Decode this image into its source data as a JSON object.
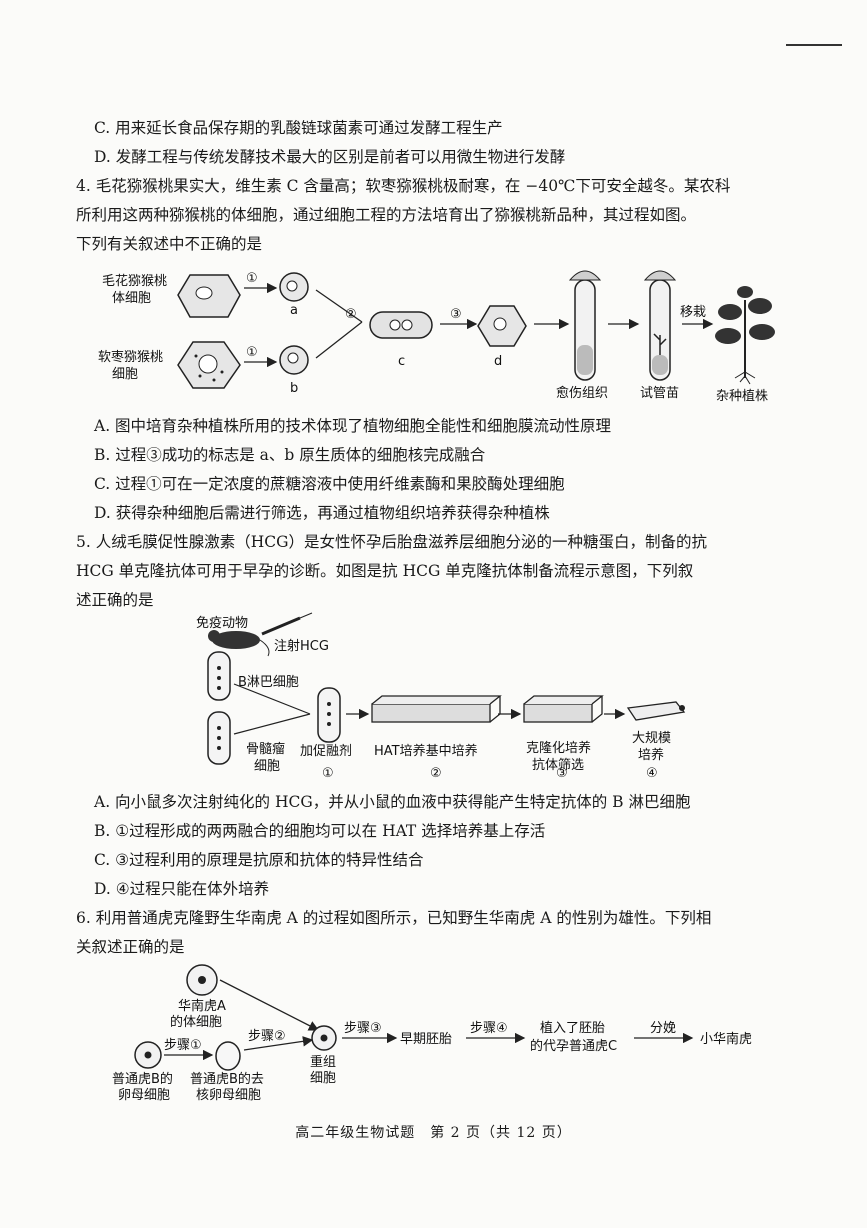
{
  "q3": {
    "optC": "C. 用来延长食品保存期的乳酸链球菌素可通过发酵工程生产",
    "optD": "D. 发酵工程与传统发酵技术最大的区别是前者可以用微生物进行发酵"
  },
  "q4": {
    "stem1": "4. 毛花猕猴桃果实大，维生素 C 含量高；软枣猕猴桃极耐寒，在 −40℃下可安全越冬。某农科",
    "stem2": "所利用这两种猕猴桃的体细胞，通过细胞工程的方法培育出了猕猴桃新品种，其过程如图。",
    "stem3": "下列有关叙述中不正确的是",
    "diagram": {
      "cell1": [
        "毛花猕猴桃",
        "体细胞"
      ],
      "cell2": [
        "软枣猕猴桃",
        "细胞"
      ],
      "step1": "①",
      "step2": "②",
      "step3": "③",
      "a": "a",
      "b": "b",
      "c": "c",
      "d": "d",
      "callus": "愈伤组织",
      "seedling": "试管苗",
      "transplant": "移栽",
      "plant": "杂种植株"
    },
    "optA": "A. 图中培育杂种植株所用的技术体现了植物细胞全能性和细胞膜流动性原理",
    "optB": "B. 过程③成功的标志是 a、b 原生质体的细胞核完成融合",
    "optC": "C. 过程①可在一定浓度的蔗糖溶液中使用纤维素酶和果胶酶处理细胞",
    "optD": "D. 获得杂种细胞后需进行筛选，再通过植物组织培养获得杂种植株"
  },
  "q5": {
    "stem1": "5. 人绒毛膜促性腺激素（HCG）是女性怀孕后胎盘滋养层细胞分泌的一种糖蛋白，制备的抗",
    "stem2": "HCG 单克隆抗体可用于早孕的诊断。如图是抗 HCG 单克隆抗体制备流程示意图，下列叙",
    "stem3": "述正确的是",
    "diagram": {
      "animal": "免疫动物",
      "inject": "注射HCG",
      "bcell": "B淋巴细胞",
      "myeloma": [
        "骨髓瘤",
        "细胞"
      ],
      "fusion": "加促融剂",
      "hat": "HAT培养基中培养",
      "clone": [
        "克隆化培养",
        "抗体筛选"
      ],
      "scale": [
        "大规模",
        "培养"
      ],
      "n1": "①",
      "n2": "②",
      "n3": "③",
      "n4": "④"
    },
    "optA": "A. 向小鼠多次注射纯化的 HCG，并从小鼠的血液中获得能产生特定抗体的 B 淋巴细胞",
    "optB": "B. ①过程形成的两两融合的细胞均可以在 HAT 选择培养基上存活",
    "optC": "C. ③过程利用的原理是抗原和抗体的特异性结合",
    "optD": "D. ④过程只能在体外培养"
  },
  "q6": {
    "stem1": "6. 利用普通虎克隆野生华南虎 A 的过程如图所示，已知野生华南虎 A 的性别为雄性。下列相",
    "stem2": "关叙述正确的是",
    "diagram": {
      "tigerA": [
        "华南虎A",
        "的体细胞"
      ],
      "tigerB": [
        "普通虎B的",
        "卵母细胞"
      ],
      "enucleated": [
        "普通虎B的去",
        "核卵母细胞"
      ],
      "recombined": [
        "重组",
        "细胞"
      ],
      "s1": "步骤①",
      "s2": "步骤②",
      "s3": "步骤③",
      "s4": "步骤④",
      "embryo": "早期胚胎",
      "surrogate": [
        "植入了胚胎",
        "的代孕普通虎C"
      ],
      "birth": "分娩",
      "cub": "小华南虎"
    }
  },
  "footer": "高二年级生物试题　第 2 页（共 12 页）"
}
